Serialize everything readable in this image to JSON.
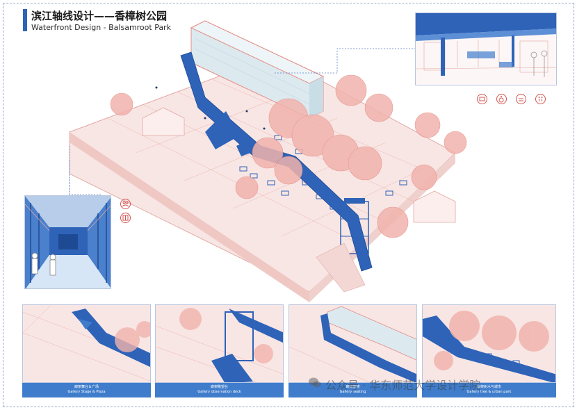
{
  "title": {
    "zh": "滨江轴线设计——香樟树公园",
    "en": "Waterfront Design - Balsamroot Park"
  },
  "captions": [
    {
      "zh": "廊架舞台＆广场",
      "en": "Gallery Stage & Plaza"
    },
    {
      "zh": "廊架眺望台",
      "en": "Gallery observation deck"
    },
    {
      "zh": "廊架座椅",
      "en": "Gallery seating"
    },
    {
      "zh": "廊架树木与城市",
      "en": "Gallery tree & urban park"
    }
  ],
  "icons": [
    "gallery-icon",
    "wheelchair-icon",
    "bench-icon",
    "restroom-icon"
  ],
  "watermark": "公众号 · 华东师范大学设计学院",
  "colors": {
    "accent_blue": "#2e63b8",
    "caption_blue": "#3f7dcc",
    "salmon": "#e8968f",
    "pink_fill": "#f7e4e2",
    "building_fill": "#dce9ef"
  }
}
